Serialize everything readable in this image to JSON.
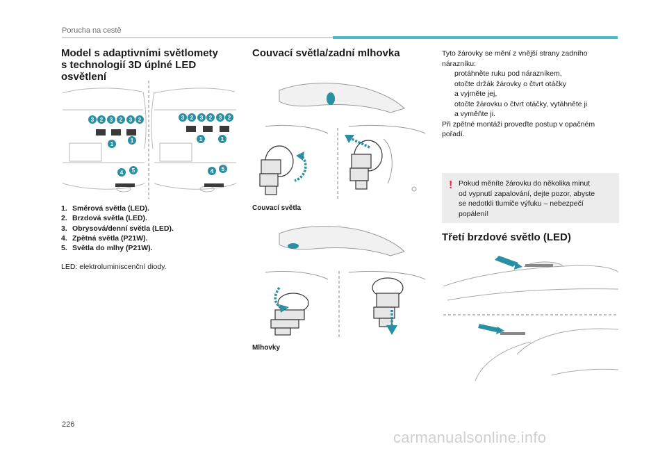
{
  "header": {
    "section": "Porucha na cestě"
  },
  "column1": {
    "title_line1": "Model s adaptivními světlomety",
    "title_line2": "s technologií 3D úplné LED",
    "title_line3": "osvětlení",
    "markers": [
      "1",
      "2",
      "3",
      "4",
      "5"
    ],
    "legend": [
      {
        "num": "1.",
        "text": "Směrová světla (LED)."
      },
      {
        "num": "2.",
        "text": "Brzdová světla (LED)."
      },
      {
        "num": "3.",
        "text": "Obrysová/denní světla (LED)."
      },
      {
        "num": "4.",
        "text": "Zpětná světla (P21W)."
      },
      {
        "num": "5.",
        "text": "Světla do mlhy (P21W)."
      }
    ],
    "led_note": "LED: elektroluminiscenční diody."
  },
  "column2": {
    "title": "Couvací světla/zadní mlhovka",
    "caption_reverse": "Couvací světla",
    "caption_fog": "Mlhovky"
  },
  "column3": {
    "intro_line1": "Tyto žárovky se mění z vnější strany zadního",
    "intro_line2": "nárazníku:",
    "bullet_mark": "",
    "steps": [
      "protáhněte ruku pod nárazníkem,",
      "otočte držák žárovky o čtvrt otáčky",
      "a vyjměte jej,",
      "otočte žárovku o čtvrt otáčky, vytáhněte ji",
      "a vyměňte ji."
    ],
    "outro_line1": "Při zpětné montáži proveďte postup v opačném",
    "outro_line2": "pořadí.",
    "warning_mark": "!",
    "warning_line1": "Pokud měníte žárovku do několika minut",
    "warning_line2": "od vypnutí zapalování, dejte pozor, abyste",
    "warning_line3": "se nedotkli tlumiče výfuku – nebezpečí",
    "warning_line4": "popálení!",
    "title2": "Třetí brzdové světlo (LED)"
  },
  "footer": {
    "page_number": "226",
    "watermark": "carmanualsonline.info"
  },
  "colors": {
    "accent": "#4cb8c8",
    "marker": "#2a8fa3",
    "warning": "#e8253a",
    "warning_bg": "#ececec"
  }
}
